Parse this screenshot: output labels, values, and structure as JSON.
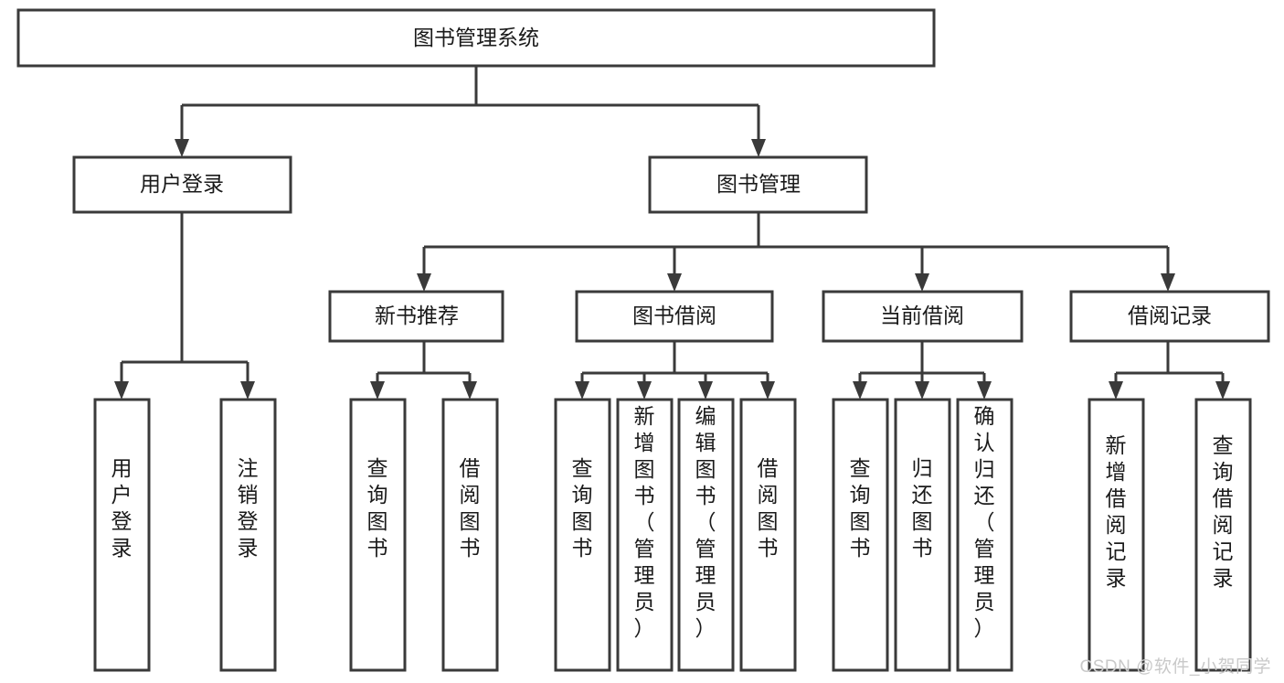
{
  "diagram": {
    "type": "tree-hierarchy",
    "title": "图书管理系统",
    "watermark": "CSDN @软件_小贺同学",
    "colors": {
      "stroke": "#3a3a3a",
      "fill": "#ffffff",
      "text": "#1a1a1a",
      "watermark": "#c9c9c9"
    },
    "levels": [
      {
        "level": 1,
        "nodes": [
          {
            "id": "root",
            "label": "图书管理系统",
            "orientation": "horizontal"
          }
        ]
      },
      {
        "level": 2,
        "nodes": [
          {
            "id": "login",
            "label": "用户登录",
            "orientation": "horizontal",
            "parent": "root"
          },
          {
            "id": "bookmgmt",
            "label": "图书管理",
            "orientation": "horizontal",
            "parent": "root"
          }
        ]
      },
      {
        "level": 3,
        "nodes": [
          {
            "id": "newbook",
            "label": "新书推荐",
            "orientation": "horizontal",
            "parent": "bookmgmt"
          },
          {
            "id": "borrow",
            "label": "图书借阅",
            "orientation": "horizontal",
            "parent": "bookmgmt"
          },
          {
            "id": "current",
            "label": "当前借阅",
            "orientation": "horizontal",
            "parent": "bookmgmt"
          },
          {
            "id": "record",
            "label": "借阅记录",
            "orientation": "horizontal",
            "parent": "bookmgmt"
          }
        ]
      },
      {
        "level": 4,
        "nodes": [
          {
            "id": "leaf-user-login",
            "label": "用户登录",
            "orientation": "vertical",
            "parent": "login"
          },
          {
            "id": "leaf-user-logout",
            "label": "注销登录",
            "orientation": "vertical",
            "parent": "login"
          },
          {
            "id": "leaf-new-query",
            "label": "查询图书",
            "orientation": "vertical",
            "parent": "newbook"
          },
          {
            "id": "leaf-new-borrow",
            "label": "借阅图书",
            "orientation": "vertical",
            "parent": "newbook"
          },
          {
            "id": "leaf-borrow-query",
            "label": "查询图书",
            "orientation": "vertical",
            "parent": "borrow"
          },
          {
            "id": "leaf-borrow-add",
            "label": "新增图书（管理员）",
            "orientation": "vertical",
            "parent": "borrow"
          },
          {
            "id": "leaf-borrow-edit",
            "label": "编辑图书（管理员）",
            "orientation": "vertical",
            "parent": "borrow"
          },
          {
            "id": "leaf-borrow-lend",
            "label": "借阅图书",
            "orientation": "vertical",
            "parent": "borrow"
          },
          {
            "id": "leaf-current-query",
            "label": "查询图书",
            "orientation": "vertical",
            "parent": "current"
          },
          {
            "id": "leaf-current-return",
            "label": "归还图书",
            "orientation": "vertical",
            "parent": "current"
          },
          {
            "id": "leaf-current-confirm",
            "label": "确认归还（管理员）",
            "orientation": "vertical",
            "parent": "current"
          },
          {
            "id": "leaf-record-add",
            "label": "新增借阅记录",
            "orientation": "vertical",
            "parent": "record"
          },
          {
            "id": "leaf-record-query",
            "label": "查询借阅记录",
            "orientation": "vertical",
            "parent": "record"
          }
        ]
      }
    ]
  }
}
